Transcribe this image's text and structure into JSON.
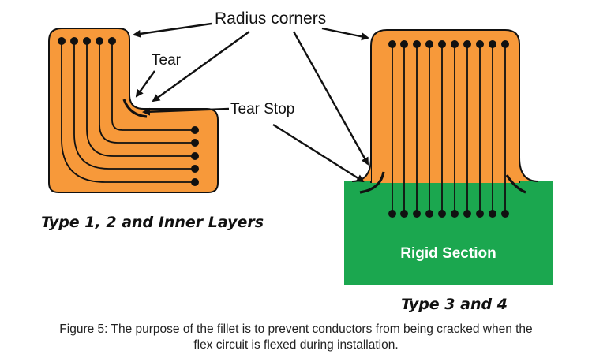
{
  "labels": {
    "radius_corners": "Radius corners",
    "tear": "Tear",
    "tear_stop": "Tear Stop",
    "type_left": "Type 1, 2 and Inner Layers",
    "type_right": "Type 3 and 4",
    "rigid_section": "Rigid Section"
  },
  "caption": {
    "line1": "Figure 5: The purpose of the fillet is to prevent conductors from being cracked when the",
    "line2": "flex circuit is flexed during installation."
  },
  "colors": {
    "flex": "#F7993A",
    "rigid": "#1BA74F",
    "ink": "#111111",
    "rigid_text": "#FFFFFF",
    "caption_text": "#222222"
  }
}
